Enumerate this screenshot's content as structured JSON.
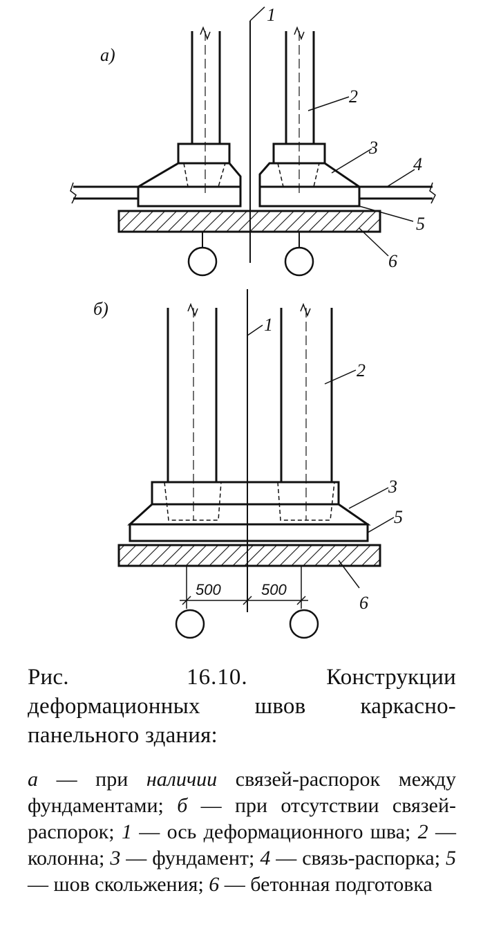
{
  "figure": {
    "part_a_label": "а)",
    "part_b_label": "б)",
    "a_labels": {
      "axis": "1",
      "column": "2",
      "foundation": "3",
      "strut": "4",
      "slip_joint": "5",
      "base": "6"
    },
    "b_labels": {
      "axis": "1",
      "column": "2",
      "foundation": "3",
      "slip_joint": "5",
      "base": "6"
    },
    "dim_left": "500",
    "dim_right": "500"
  },
  "caption": {
    "prefix": "Рис.",
    "number": "16.10.",
    "text": "Конструкции деформационных швов каркасно-панельного здания:"
  },
  "legend": {
    "a_letter": "а",
    "a_text_1": " — при ",
    "a_emph": "наличии",
    "a_text_2": " связей-распорок между фундаментами; ",
    "b_letter": "б",
    "b_text": " — при отсутствии связей-распорок; ",
    "n1": "1",
    "t1": " — ось деформационного шва; ",
    "n2": "2",
    "t2": " — колонна; ",
    "n3": "3",
    "t3": " — фундамент; ",
    "n4": "4",
    "t4": " — связь-распорка; ",
    "n5": "5",
    "t5": " — шов скольжения; ",
    "n6": "6",
    "t6": " — бетонная подготовка"
  }
}
